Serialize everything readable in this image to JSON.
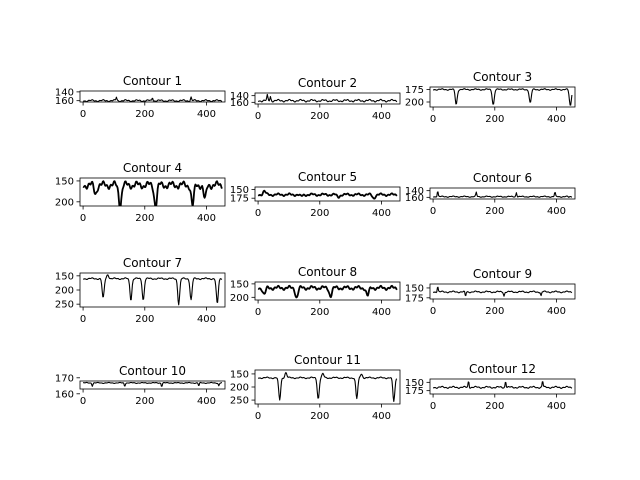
{
  "chart_data": [
    {
      "type": "line",
      "title": "Contour 1",
      "xlim": [
        -10,
        460
      ],
      "ylim": [
        163,
        138
      ],
      "xticks": [
        0,
        200,
        400
      ],
      "yticks": [
        140,
        160
      ],
      "series": [
        {
          "shape": "spiky",
          "base": 160,
          "amp": 1.5,
          "dips": [
            [
              108,
              152
            ],
            [
              225,
              152
            ],
            [
              350,
              152
            ]
          ]
        }
      ]
    },
    {
      "type": "line",
      "title": "Contour 2",
      "xlim": [
        -10,
        460
      ],
      "ylim": [
        165,
        132
      ],
      "xticks": [
        0,
        200,
        400
      ],
      "yticks": [
        140,
        160
      ],
      "series": [
        {
          "shape": "spiky",
          "base": 155,
          "amp": 2.5,
          "dips": [
            [
              30,
              140
            ],
            [
              40,
              142
            ]
          ]
        }
      ]
    },
    {
      "type": "line",
      "title": "Contour 3",
      "xlim": [
        -10,
        460
      ],
      "ylim": [
        210,
        170
      ],
      "xticks": [
        0,
        200,
        400
      ],
      "yticks": [
        175,
        200
      ],
      "series": [
        {
          "shape": "dips",
          "base": 175,
          "amp": 1,
          "dips": [
            [
              75,
              205
            ],
            [
              195,
              205
            ],
            [
              315,
              202
            ],
            [
              445,
              208
            ]
          ]
        }
      ]
    },
    {
      "type": "line",
      "title": "Contour 4",
      "xlim": [
        -10,
        460
      ],
      "ylim": [
        210,
        143
      ],
      "xticks": [
        0,
        200,
        400
      ],
      "yticks": [
        150,
        200
      ],
      "series": [
        {
          "shape": "bumpy",
          "base": 160,
          "amp": 6,
          "dips": [
            [
              40,
              180
            ],
            [
              120,
              210
            ],
            [
              235,
              210
            ],
            [
              355,
              210
            ],
            [
              395,
              195
            ]
          ]
        }
      ]
    },
    {
      "type": "line",
      "title": "Contour 5",
      "xlim": [
        -10,
        460
      ],
      "ylim": [
        183,
        143
      ],
      "xticks": [
        0,
        200,
        400
      ],
      "yticks": [
        150,
        175
      ],
      "series": [
        {
          "shape": "bumpy",
          "base": 165,
          "amp": 2.5,
          "dips": [
            [
              20,
              155
            ],
            [
              140,
              170
            ],
            [
              260,
              172
            ],
            [
              375,
              175
            ]
          ]
        }
      ]
    },
    {
      "type": "line",
      "title": "Contour 6",
      "xlim": [
        -10,
        460
      ],
      "ylim": [
        165,
        132
      ],
      "xticks": [
        0,
        200,
        400
      ],
      "yticks": [
        140,
        160
      ],
      "series": [
        {
          "shape": "spiky",
          "base": 158,
          "amp": 1.2,
          "dips": [
            [
              15,
              140
            ],
            [
              140,
              145
            ],
            [
              270,
              145
            ],
            [
              395,
              145
            ],
            [
              440,
              160
            ]
          ]
        }
      ]
    },
    {
      "type": "line",
      "title": "Contour 7",
      "xlim": [
        -10,
        460
      ],
      "ylim": [
        260,
        140
      ],
      "xticks": [
        0,
        200,
        400
      ],
      "yticks": [
        150,
        200,
        250
      ],
      "series": [
        {
          "shape": "dips",
          "base": 160,
          "amp": 2,
          "dips": [
            [
              65,
              230
            ],
            [
              80,
              145
            ],
            [
              155,
              235
            ],
            [
              195,
              235
            ],
            [
              310,
              250
            ],
            [
              350,
              235
            ],
            [
              435,
              250
            ]
          ]
        }
      ]
    },
    {
      "type": "line",
      "title": "Contour 8",
      "xlim": [
        -10,
        460
      ],
      "ylim": [
        210,
        143
      ],
      "xticks": [
        0,
        200,
        400
      ],
      "yticks": [
        150,
        200
      ],
      "series": [
        {
          "shape": "bumpy",
          "base": 165,
          "amp": 5,
          "dips": [
            [
              20,
              190
            ],
            [
              125,
              200
            ],
            [
              235,
              195
            ],
            [
              355,
              195
            ]
          ]
        }
      ]
    },
    {
      "type": "line",
      "title": "Contour 9",
      "xlim": [
        -10,
        460
      ],
      "ylim": [
        178,
        140
      ],
      "xticks": [
        0,
        200,
        400
      ],
      "yticks": [
        150,
        175
      ],
      "series": [
        {
          "shape": "spiky",
          "base": 160,
          "amp": 1.5,
          "dips": [
            [
              15,
              145
            ],
            [
              105,
              172
            ],
            [
              230,
              170
            ],
            [
              350,
              170
            ]
          ]
        }
      ]
    },
    {
      "type": "line",
      "title": "Contour 10",
      "xlim": [
        -10,
        460
      ],
      "ylim": [
        163,
        168
      ],
      "xticks": [
        0,
        200,
        400
      ],
      "yticks": [
        160,
        170
      ],
      "series": [
        {
          "shape": "spiky",
          "base": 166.8,
          "amp": 0.2,
          "dips": [
            [
              30,
              165.0
            ],
            [
              135,
              164.8
            ],
            [
              255,
              164.6
            ],
            [
              375,
              164.8
            ],
            [
              440,
              165.0
            ]
          ]
        }
      ]
    },
    {
      "type": "line",
      "title": "Contour 11",
      "xlim": [
        -10,
        460
      ],
      "ylim": [
        265,
        135
      ],
      "xticks": [
        0,
        200,
        400
      ],
      "yticks": [
        150,
        200,
        250
      ],
      "series": [
        {
          "shape": "dips",
          "base": 165,
          "amp": 2,
          "dips": [
            [
              70,
              250
            ],
            [
              90,
              145
            ],
            [
              195,
              245
            ],
            [
              210,
              150
            ],
            [
              320,
              245
            ],
            [
              335,
              150
            ],
            [
              440,
              255
            ]
          ]
        }
      ]
    },
    {
      "type": "line",
      "title": "Contour 12",
      "xlim": [
        -10,
        460
      ],
      "ylim": [
        185,
        140
      ],
      "xticks": [
        0,
        200,
        400
      ],
      "yticks": [
        150,
        175
      ],
      "series": [
        {
          "shape": "spiky",
          "base": 165,
          "amp": 2,
          "dips": [
            [
              115,
              145
            ],
            [
              235,
              145
            ],
            [
              355,
              145
            ]
          ]
        }
      ]
    }
  ]
}
